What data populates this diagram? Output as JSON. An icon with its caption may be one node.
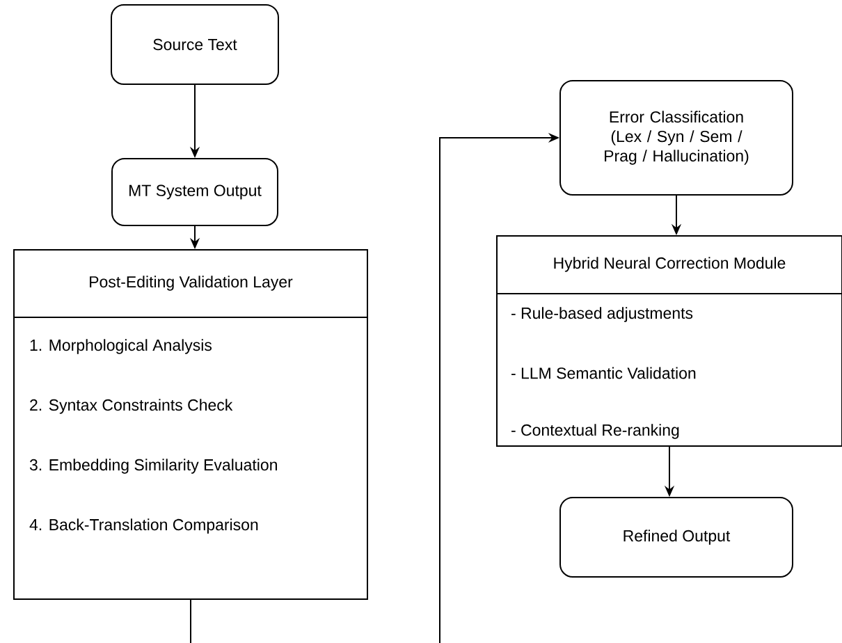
{
  "diagram": {
    "nodes": [
      {
        "text": [
          "Source Text"
        ]
      },
      {
        "text": [
          "MT System Output"
        ]
      },
      {
        "text": [
          "Post-Editing Validation Layer"
        ]
      },
      {
        "text": [
          "1. Morphological Analysis"
        ],
        "in": 2
      },
      {
        "text": [
          "2. Syntax Constraints Check"
        ],
        "in": 2
      },
      {
        "text": [
          "3. Embedding Similarity Evaluation"
        ],
        "in": 2
      },
      {
        "text": [
          "4. Back-Translation Comparison"
        ],
        "in": 2
      },
      {
        "text": [
          "Error Classification (Lex / Syn / Sem / Prag / Hallucination)"
        ]
      },
      {
        "text": [
          "Hybrid Neural Correction Module"
        ]
      },
      {
        "text": [
          "- Rule-based adjustments"
        ],
        "in": 8
      },
      {
        "text": [
          "- LLM Semantic Validation"
        ],
        "in": 8
      },
      {
        "text": [
          "- Contextual Re-ranking"
        ],
        "in": 8
      },
      {
        "text": [
          "Refined Output"
        ]
      }
    ],
    "edges": [
      {
        "from": 0,
        "to": 1,
        "arrow": "to"
      },
      {
        "from": 1,
        "to": 2,
        "arrow": "to"
      },
      {
        "from": 2,
        "to": null,
        "arrow": "none"
      },
      {
        "from": null,
        "to": 7,
        "arrow": "to"
      },
      {
        "from": 7,
        "to": 8,
        "arrow": "to"
      },
      {
        "from": 8,
        "to": 12,
        "arrow": "to"
      }
    ]
  }
}
